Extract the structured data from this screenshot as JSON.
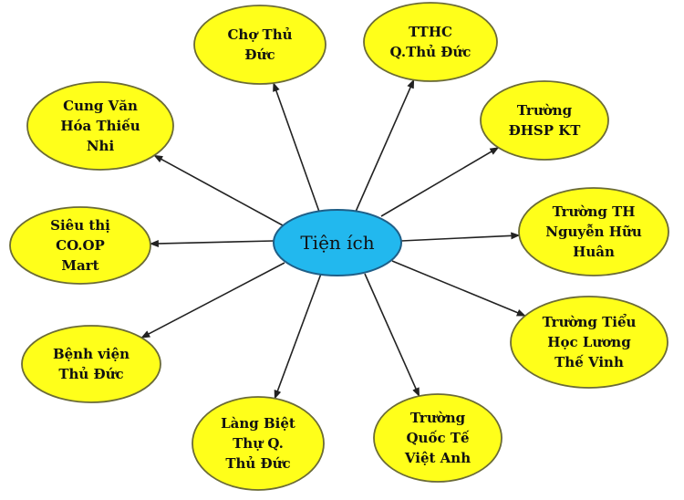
{
  "colors": {
    "background": "#ffffff",
    "node_fill": "#ffff1a",
    "node_stroke": "#6b6b36",
    "center_fill": "#22b8ee",
    "center_stroke": "#1f5f88",
    "arrow": "#222222"
  },
  "center": {
    "label": "Tiện ích"
  },
  "nodes": [
    {
      "id": "cho-thu-duc",
      "lines": [
        "Chợ Thủ",
        "Đức"
      ]
    },
    {
      "id": "tthc-q-thu-duc",
      "lines": [
        "TTHC",
        "Q.Thủ Đức"
      ]
    },
    {
      "id": "truong-dhsp-kt",
      "lines": [
        "Trường",
        "ĐHSP KT"
      ]
    },
    {
      "id": "truong-th-nguyen-huu-huan",
      "lines": [
        "Trường TH",
        "Nguyễn Hữu",
        "Huân"
      ]
    },
    {
      "id": "truong-tieu-hoc-luong-the-vinh",
      "lines": [
        "Trường Tiểu",
        "Học Lương",
        "Thế Vinh"
      ]
    },
    {
      "id": "truong-quoc-te-viet-anh",
      "lines": [
        "Trường",
        "Quốc Tế",
        "Việt Anh"
      ]
    },
    {
      "id": "lang-biet-thu-q-thu-duc",
      "lines": [
        "Làng Biệt",
        "Thự Q.",
        "Thủ Đức"
      ]
    },
    {
      "id": "benh-vien-thu-duc",
      "lines": [
        "Bệnh viện",
        "Thủ Đức"
      ]
    },
    {
      "id": "sieu-thi-coop-mart",
      "lines": [
        "Siêu thị",
        "CO.OP",
        "Mart"
      ]
    },
    {
      "id": "cung-van-hoa-thieu-nhi",
      "lines": [
        "Cung Văn",
        "Hóa Thiếu",
        "Nhi"
      ]
    }
  ]
}
